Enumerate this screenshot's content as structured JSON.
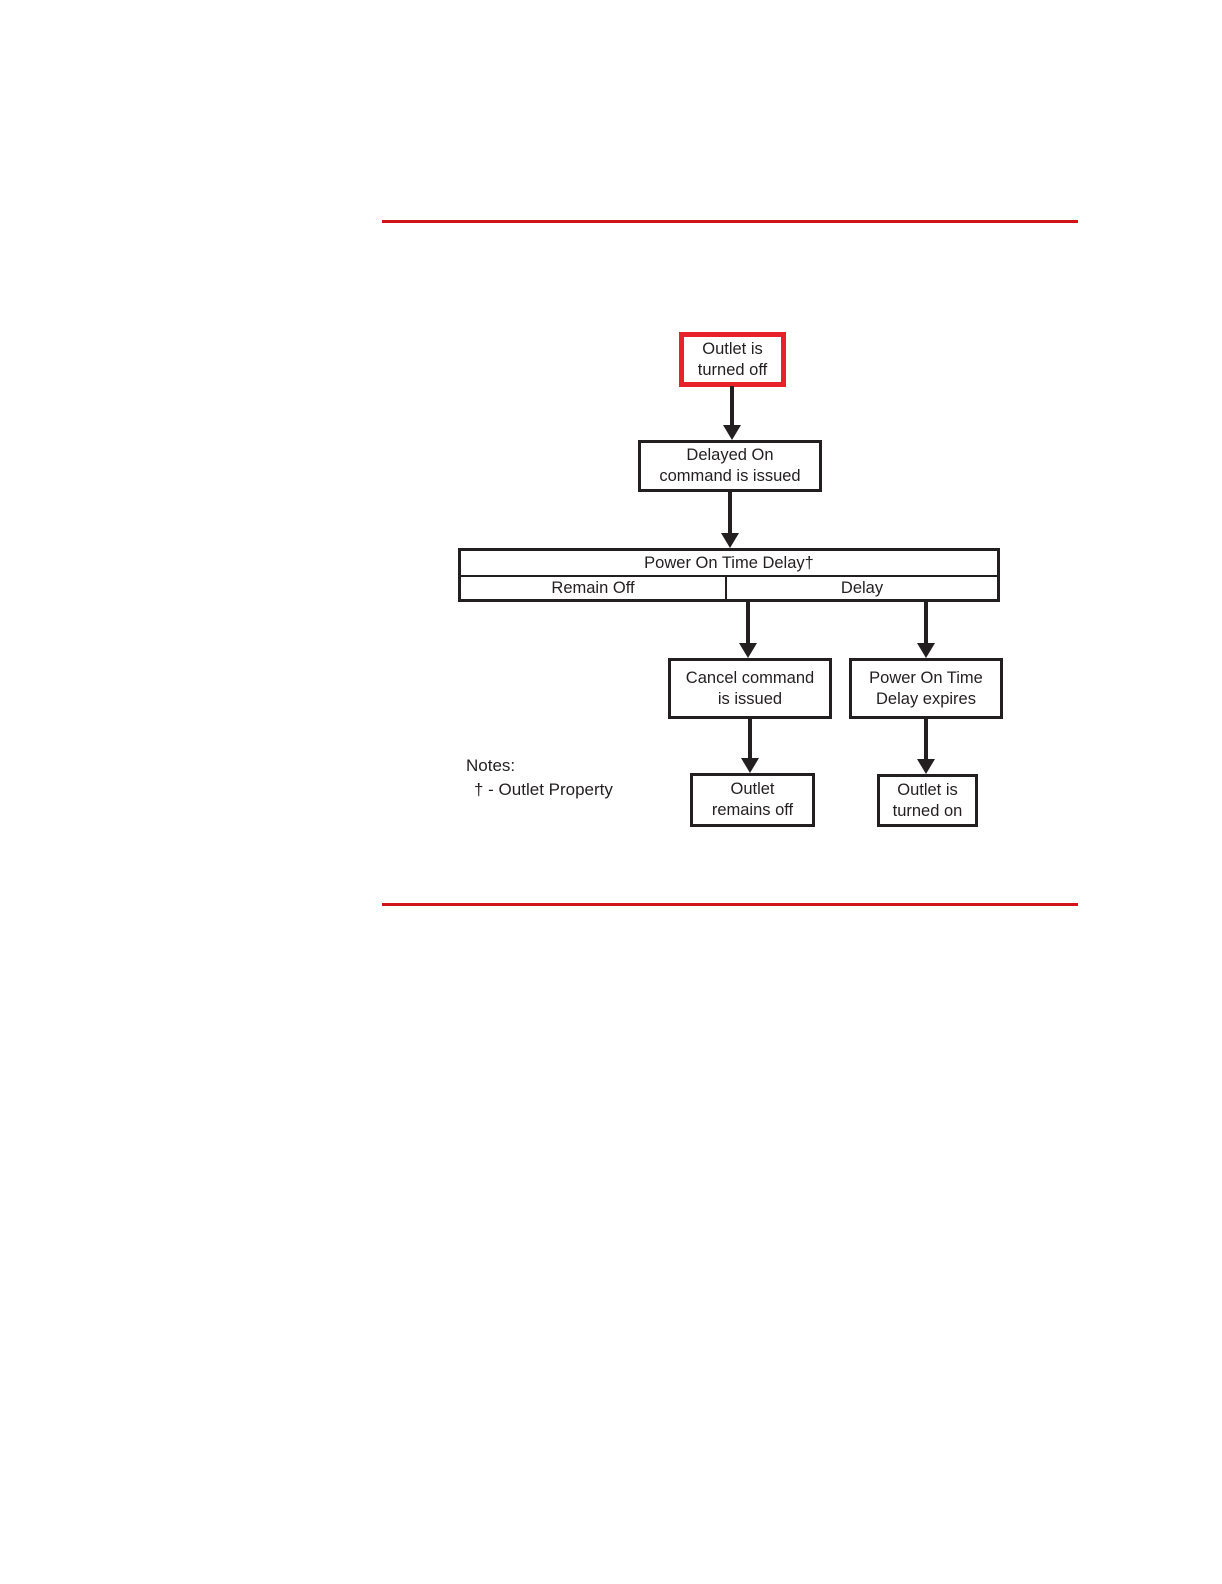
{
  "figure": {
    "nodes": {
      "outlet_off": {
        "line1": "Outlet is",
        "line2": "turned off"
      },
      "delayed_on": {
        "line1": "Delayed On",
        "line2": "command is issued"
      },
      "cancel_command": {
        "line1": "Cancel command",
        "line2": "is issued"
      },
      "delay_expires": {
        "line1": "Power On Time",
        "line2": "Delay expires"
      },
      "outlet_remains_off": {
        "line1": "Outlet",
        "line2": "remains off"
      },
      "outlet_turned_on": {
        "line1": "Outlet is",
        "line2": "turned on"
      }
    },
    "decision_table": {
      "header": "Power On Time Delay†",
      "options": [
        "Remain Off",
        "Delay"
      ]
    },
    "notes": {
      "label": "Notes:",
      "items": [
        "† - Outlet Property"
      ]
    },
    "colors": {
      "highlight_red": "#e8212a",
      "rule_red": "#d11419",
      "ink": "#231f20"
    }
  }
}
